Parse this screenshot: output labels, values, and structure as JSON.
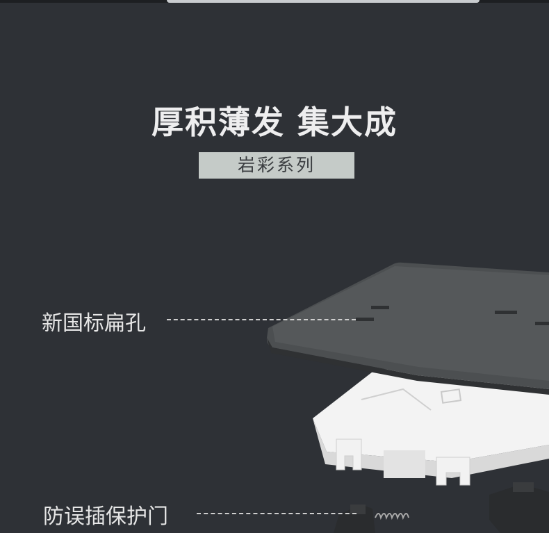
{
  "headline": "厚积薄发 集大成",
  "series_tag": "岩彩系列",
  "callouts": [
    {
      "label": "新国标扁孔"
    },
    {
      "label": "防误插保护门"
    }
  ],
  "colors": {
    "background": "#2e3136",
    "panel": "#45484a",
    "tag_background": "#c5cbc8",
    "frame": "#f2f2f2"
  }
}
